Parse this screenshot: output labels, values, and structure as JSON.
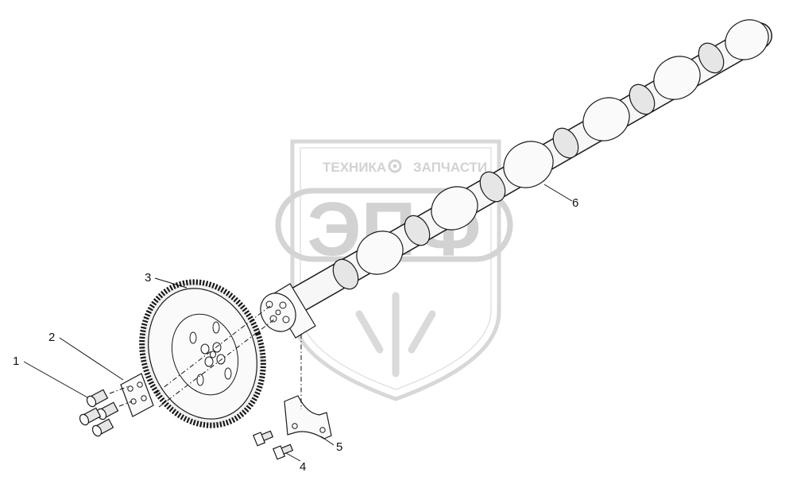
{
  "watermark": {
    "top_text_left": "ТЕХНИКА",
    "top_text_right": "ЗАПЧАСТИ",
    "logo_text": "ЭПФ"
  },
  "callouts": [
    {
      "id": "1",
      "label": "1"
    },
    {
      "id": "2",
      "label": "2"
    },
    {
      "id": "3",
      "label": "3"
    },
    {
      "id": "4",
      "label": "4"
    },
    {
      "id": "5",
      "label": "5"
    },
    {
      "id": "6",
      "label": "6"
    }
  ],
  "colors": {
    "watermark": "#d2d2d2",
    "line": "#1a1a1a",
    "background": "#ffffff"
  }
}
